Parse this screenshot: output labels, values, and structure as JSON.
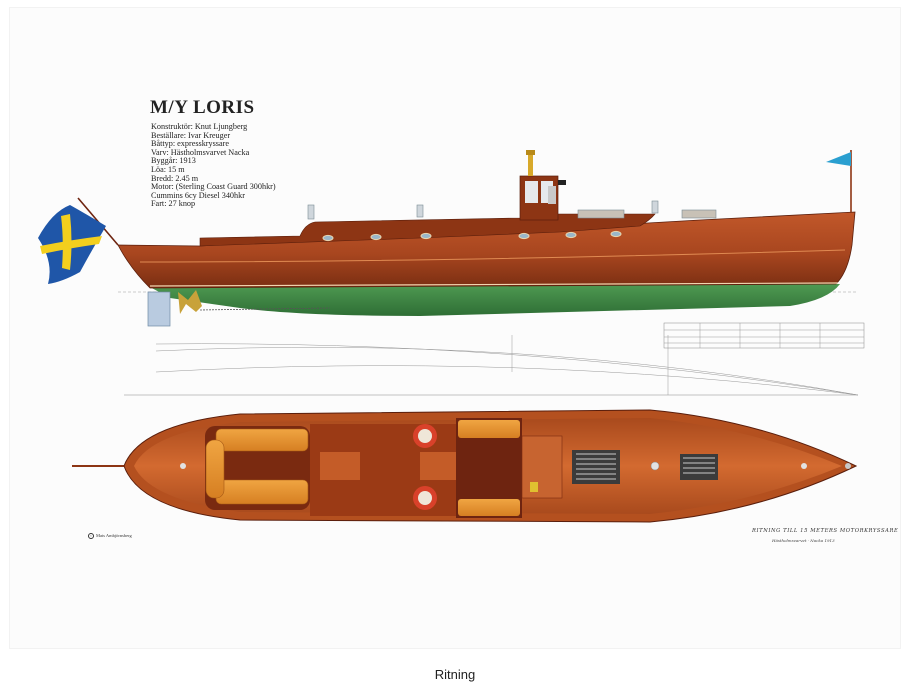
{
  "title": "M/Y LORIS",
  "specs": [
    "Konstruktör: Knut Ljungberg",
    "Beställare: Ivar Kreuger",
    "Båttyp: expresskryssare",
    "Varv: Hästholmsvarvet Nacka",
    "Byggår: 1913",
    "Löa: 15 m",
    "Bredd: 2.45 m",
    "Motor: (Sterling Coast Guard 300hkr)",
    "Cummins 6cy Diesel 340hkr",
    "Fart: 27 knop"
  ],
  "copyright": "Mats Ambjörnsberg",
  "drawing_note": "RITNING TILL 15 METERS MOTORKRYSSARE",
  "drawing_note_small": "Hästholmsvarvet · Nacka 1913",
  "caption": "Ritning",
  "colors": {
    "hull_wood": "#a8461f",
    "hull_dark": "#6e2410",
    "bottom_green": "#3f8a44",
    "deck_plank": "#c9602b",
    "cushion": "#e8952f",
    "flag_blue": "#1f56a8",
    "flag_yellow": "#f3cf1d"
  }
}
